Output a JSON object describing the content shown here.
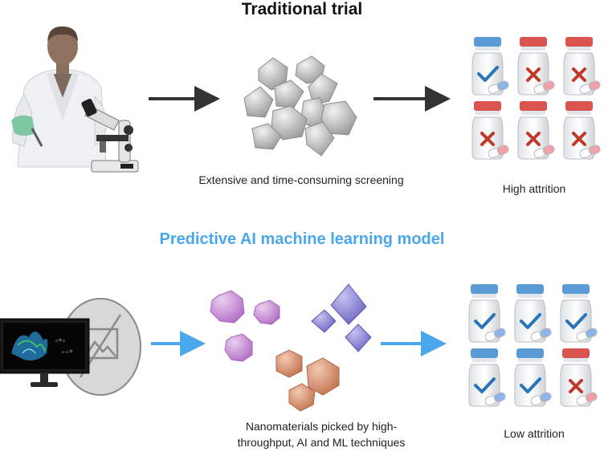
{
  "traditional": {
    "title": "Traditional trial",
    "screening_caption": "Extensive and time-consuming screening",
    "outcome_caption": "High attrition",
    "vial_results": [
      "pass",
      "fail",
      "fail",
      "fail",
      "fail",
      "fail"
    ]
  },
  "ai": {
    "title": "Predictive AI machine learning model",
    "picked_caption_line1": "Nanomaterials picked by  high-",
    "picked_caption_line2": "throughput, AI and ML techniques",
    "outcome_caption": "Low attrition",
    "vial_results": [
      "pass",
      "pass",
      "pass",
      "pass",
      "pass",
      "fail"
    ]
  },
  "colors": {
    "ai_blue": "#4ba7ec",
    "arrow_dark": "#333333",
    "cap_blue": "#5b9bd5",
    "cap_red": "#d9534f",
    "check": "#2a74b8",
    "cross": "#c0392b",
    "purple_particle": "#c88fd6",
    "violet_particle": "#8b85d6",
    "copper_particle": "#d99a7a"
  }
}
